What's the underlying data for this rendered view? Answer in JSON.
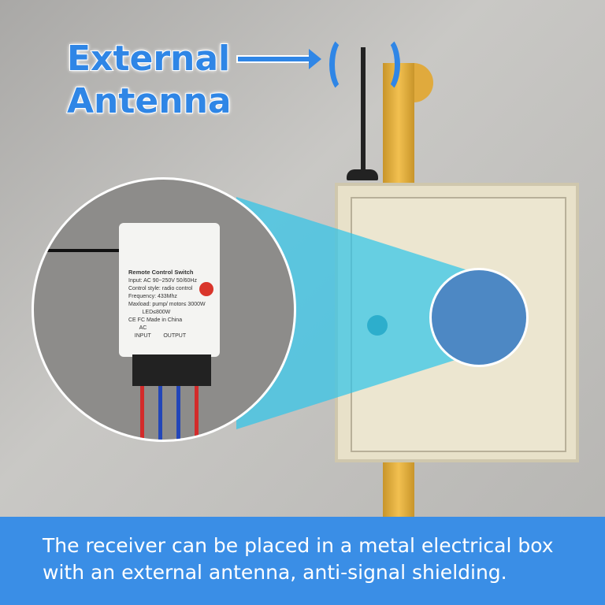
{
  "headline": {
    "line1": "External",
    "line2": "Antenna"
  },
  "device_label": {
    "title": "Remote Control Switch",
    "lines": [
      "Input: AC 90~250V 50/60Hz",
      "Control style: radio control",
      "Frequency: 433Mhz",
      "Maxload: pump/ motor≤ 3000W",
      "LED≤800W",
      "CE FC Made in China"
    ],
    "input": "INPUT",
    "ac": "AC",
    "output": "OUTPUT"
  },
  "caption": {
    "line1": "The receiver can be placed in a metal electrical box",
    "line2": "with an external antenna, anti-signal shielding."
  },
  "colors": {
    "accent": "#2f86e6"
  }
}
